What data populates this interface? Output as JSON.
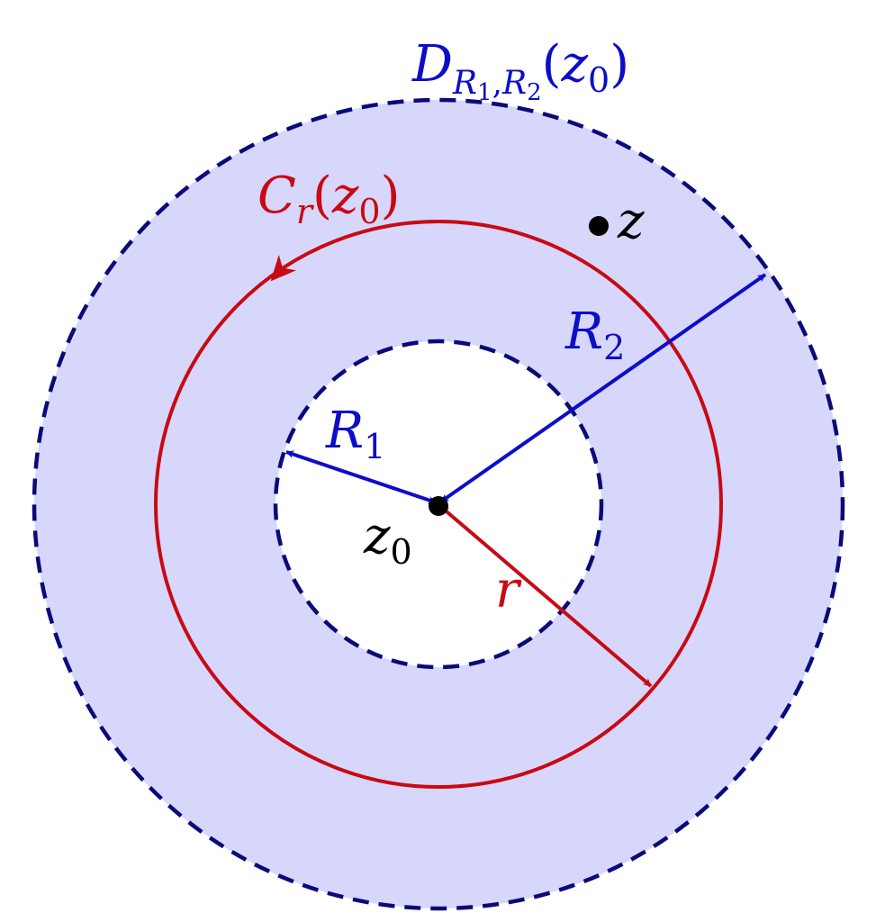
{
  "colors": {
    "annulus_fill": "#d7d7fb",
    "boundary": "#0a0a7a",
    "blue": "#0d0dc8",
    "red": "#c80a14",
    "black": "#000000",
    "background": "#ffffff"
  },
  "labels": {
    "domain": {
      "main": "D",
      "sub1": "R",
      "sub1_index": "1",
      "sep": ",",
      "sub2": "R",
      "sub2_index": "2",
      "open": "(",
      "arg": "z",
      "arg_index": "0",
      "close": ")"
    },
    "circle": {
      "main": "C",
      "sub": "r",
      "open": "(",
      "arg": "z",
      "arg_index": "0",
      "close": ")"
    },
    "point_z": {
      "main": "z"
    },
    "center": {
      "main": "z",
      "sub": "0"
    },
    "inner_radius": {
      "main": "R",
      "sub": "1"
    },
    "outer_radius": {
      "main": "R",
      "sub": "2"
    },
    "contour_radius": {
      "main": "r"
    }
  },
  "icons": {
    "center_point": "filled-dot-icon",
    "z_point": "filled-dot-icon",
    "orientation_arrow": "arrowhead-icon"
  }
}
